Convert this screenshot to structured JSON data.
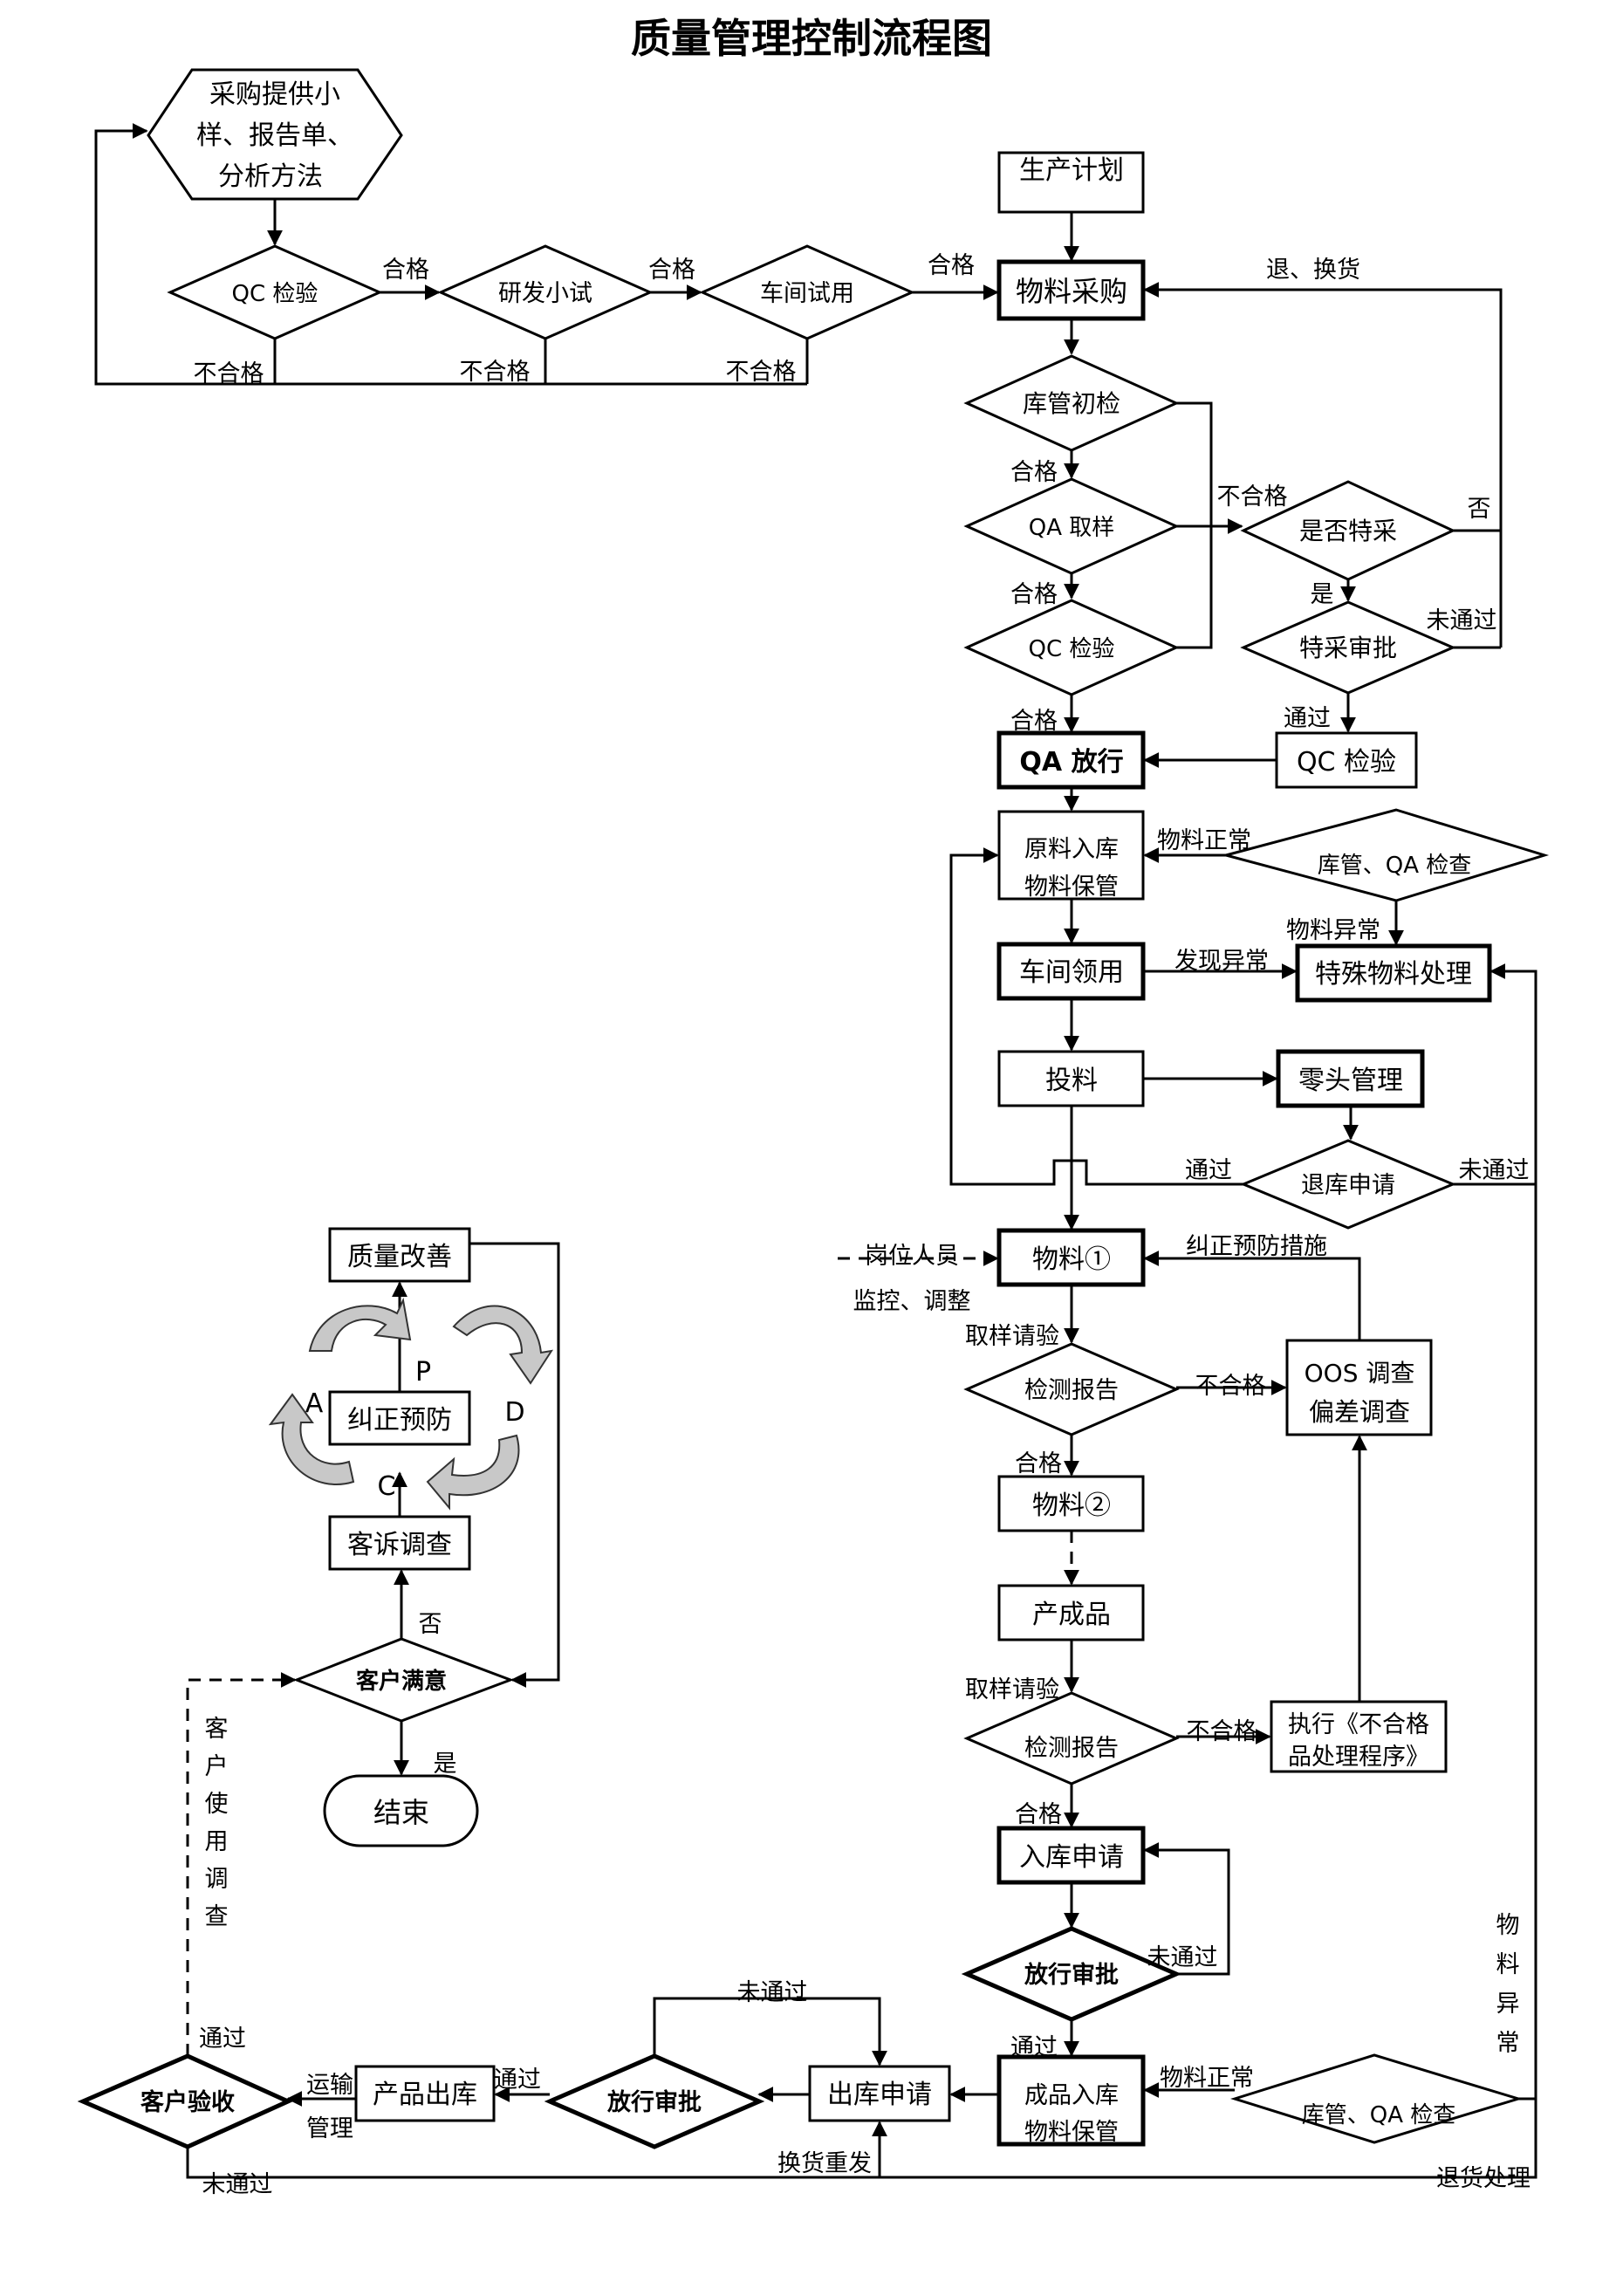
{
  "title": "质量管理控制流程图",
  "nodes": {
    "purchase_sample": [
      "采购提供小",
      "样、报告单、",
      "分析方法"
    ],
    "qc_check_top": "QC 检验",
    "rd_trial": "研发小试",
    "workshop_trial": "车间试用",
    "production_plan": "生产计划",
    "material_purchase": "物料采购",
    "warehouse_initial": "库管初检",
    "qa_sampling": "QA 取样",
    "qc_check_mid": "QC 检验",
    "special_purchase": "是否特采",
    "special_approval": "特采审批",
    "qc_check_right": "QC 检验",
    "qa_release": "QA 放行",
    "raw_storage": [
      "原料入库",
      "物料保管"
    ],
    "warehouse_qa_check_top": "库管、QA 检查",
    "workshop_pick": "车间领用",
    "special_material": "特殊物料处理",
    "feeding": "投料",
    "remnant_mgmt": "零头管理",
    "return_request": "退库申请",
    "material_1": "物料①",
    "test_report_1": "检测报告",
    "oos": [
      "OOS 调查",
      "偏差调查"
    ],
    "material_2": "物料②",
    "product": "产成品",
    "test_report_2": "检测报告",
    "nonconform": [
      "执行《不合格",
      "品处理程序》"
    ],
    "storage_request": "入库申请",
    "release_approval_1": "放行审批",
    "finished_storage": [
      "成品入库",
      "物料保管"
    ],
    "warehouse_qa_check_bottom": "库管、QA 检查",
    "outbound_request": "出库申请",
    "release_approval_2": "放行审批",
    "product_outbound": "产品出库",
    "customer_accept": "客户验收",
    "customer_satisfy": "客户满意",
    "end": "结束",
    "complaint": "客诉调查",
    "corrective": "纠正预防",
    "improve": "质量改善",
    "pdca_p": "P",
    "pdca_d": "D",
    "pdca_c": "C",
    "pdca_a": "A"
  },
  "labels": {
    "pass_1": "合格",
    "pass_2": "合格",
    "pass_3": "合格",
    "fail_1": "不合格",
    "fail_2": "不合格",
    "fail_3": "不合格",
    "return_exchange": "退、换货",
    "pass_initial": "合格",
    "fail_qa": "不合格",
    "no_special": "否",
    "pass_qa": "合格",
    "yes_special": "是",
    "not_passed_special": "未通过",
    "pass_qc": "合格",
    "passed_special": "通过",
    "material_normal_top": "物料正常",
    "material_abnormal_top": "物料异常",
    "found_abnormal": "发现异常",
    "passed_return": "通过",
    "not_passed_return": "未通过",
    "post_staff": "岗位人员",
    "monitor_adjust": "监控、调整",
    "corrective_measures": "纠正预防措施",
    "sample_test_1": "取样请验",
    "fail_test_1": "不合格",
    "pass_test_1": "合格",
    "sample_test_2": "取样请验",
    "fail_test_2": "不合格",
    "pass_test_2": "合格",
    "not_passed_release_1": "未通过",
    "passed_release_1": "通过",
    "material_normal_bottom": "物料正常",
    "material_abnormal_vertical": "物料异常",
    "not_passed_release_2": "未通过",
    "passed_release_2": "通过",
    "transport_mgmt": [
      "运输",
      "管理"
    ],
    "exchange_resend": "换货重发",
    "return_handling": "退货处理",
    "accept_pass": "通过",
    "accept_fail": "未通过",
    "customer_survey_vertical": "客户使用调查",
    "satisfy_no": "否",
    "satisfy_yes": "是"
  }
}
